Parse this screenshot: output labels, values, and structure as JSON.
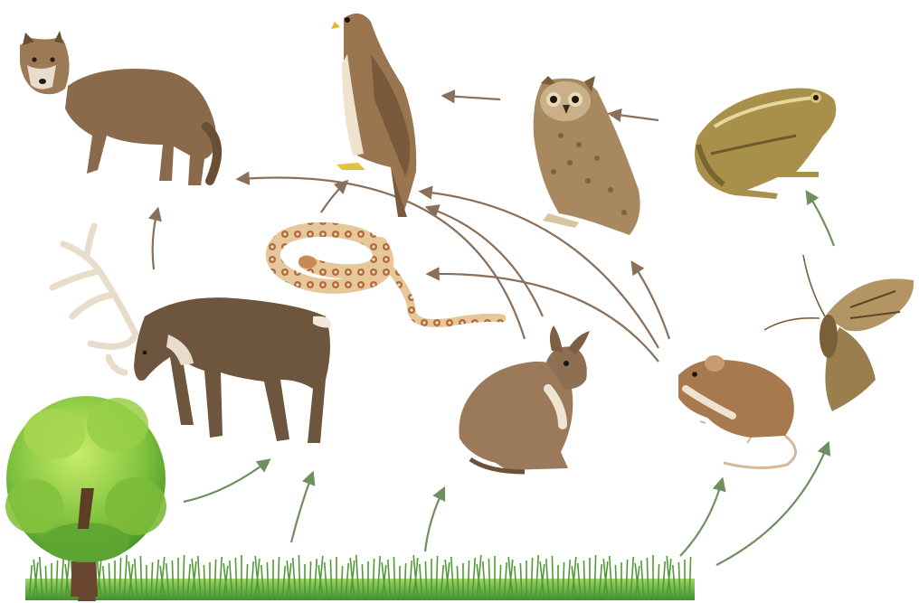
{
  "diagram": {
    "kind": "food-web",
    "labels_printed": false,
    "nodes": [
      {
        "id": "wolf",
        "icon": "wolf-icon"
      },
      {
        "id": "hawk",
        "icon": "hawk-icon"
      },
      {
        "id": "owl",
        "icon": "owl-icon"
      },
      {
        "id": "frog",
        "icon": "frog-icon"
      },
      {
        "id": "snake",
        "icon": "snake-icon"
      },
      {
        "id": "reindeer",
        "icon": "reindeer-icon"
      },
      {
        "id": "moth",
        "icon": "moth-icon"
      },
      {
        "id": "hare",
        "icon": "hare-icon"
      },
      {
        "id": "mouse",
        "icon": "mouse-icon"
      },
      {
        "id": "tree",
        "icon": "tree-icon"
      },
      {
        "id": "grass",
        "icon": "grass-icon"
      }
    ],
    "edges": [
      {
        "from": "tree",
        "to": "reindeer",
        "color": "#6f8f5e"
      },
      {
        "from": "grass",
        "to": "reindeer",
        "color": "#6f8f5e"
      },
      {
        "from": "grass",
        "to": "hare",
        "color": "#6f8f5e"
      },
      {
        "from": "grass",
        "to": "mouse",
        "color": "#6f8f5e"
      },
      {
        "from": "grass",
        "to": "moth",
        "color": "#6f8f5e"
      },
      {
        "from": "moth",
        "to": "frog",
        "color": "#6f8f5e"
      },
      {
        "from": "reindeer",
        "to": "wolf",
        "color": "#8a6f5a"
      },
      {
        "from": "owl",
        "to": "hawk",
        "color": "#8a6f5a"
      },
      {
        "from": "frog",
        "to": "owl",
        "color": "#8a6f5a"
      },
      {
        "from": "snake",
        "to": "hawk",
        "color": "#8a6f5a"
      },
      {
        "from": "hare",
        "to": "wolf",
        "color": "#8a6f5a"
      },
      {
        "from": "hare",
        "to": "hawk",
        "color": "#8a6f5a"
      },
      {
        "from": "mouse",
        "to": "hawk",
        "color": "#8a6f5a"
      },
      {
        "from": "mouse",
        "to": "snake",
        "color": "#8a6f5a"
      },
      {
        "from": "mouse",
        "to": "owl",
        "color": "#8a6f5a"
      }
    ]
  }
}
